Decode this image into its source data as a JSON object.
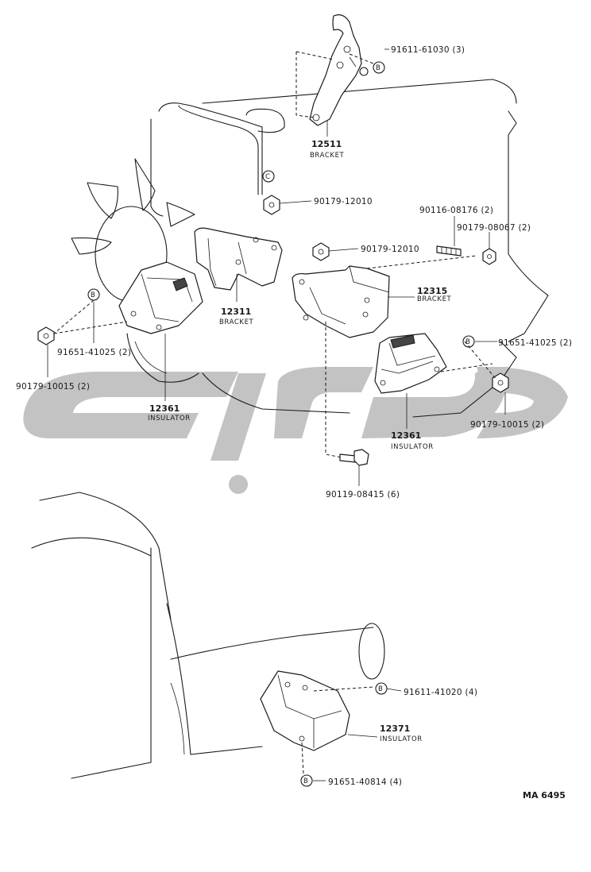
{
  "parts": {
    "p1": {
      "number": "91611-61030 (3)"
    },
    "p2": {
      "number": "12511",
      "name": "BRACKET"
    },
    "p3": {
      "number": "90179-12010"
    },
    "p4": {
      "number": "90116-08176 (2)"
    },
    "p5": {
      "number": "90179-08067 (2)"
    },
    "p6": {
      "number": "90179-12010"
    },
    "p7": {
      "number": "12315",
      "name": "BRACKET"
    },
    "p8": {
      "number": "12311",
      "name": "BRACKET"
    },
    "p9": {
      "number": "91651-41025 (2)"
    },
    "p10": {
      "number": "90179-10015 (2)"
    },
    "p11": {
      "number": "12361",
      "name": "INSULATOR"
    },
    "p12": {
      "number": "91651-41025 (2)"
    },
    "p13": {
      "number": "90179-10015 (2)"
    },
    "p14": {
      "number": "12361",
      "name": "INSULATOR"
    },
    "p15": {
      "number": "90119-08415 (6)"
    },
    "p16": {
      "number": "91611-41020 (4)"
    },
    "p17": {
      "number": "12371",
      "name": "INSULATOR"
    },
    "p18": {
      "number": "91651-40814 (4)"
    }
  },
  "marker_letters": {
    "b": "B",
    "c": "C"
  },
  "drawing_code": "MA 6495"
}
